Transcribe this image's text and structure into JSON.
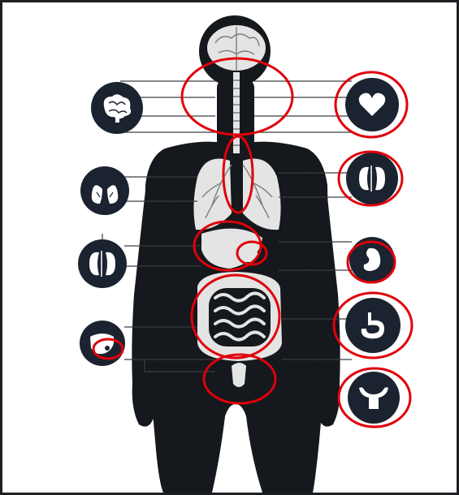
{
  "diagram": {
    "subject": "human-body-organ-infographic",
    "colors": {
      "silhouette": "#15181c",
      "organ": "#e4e4e4",
      "organ_detail": "#7a7d80",
      "badge": "#1b2330",
      "badge_icon": "#ffffff",
      "highlight": "#e0000b",
      "frame": "#1d1f22",
      "background": "#ffffff"
    },
    "organs_in_body": [
      "brain",
      "spinal-cord",
      "lungs",
      "liver",
      "gallbladder",
      "small-intestine",
      "large-intestine",
      "bladder"
    ],
    "left_badges": [
      {
        "icon": "brain-icon",
        "highlighted": false
      },
      {
        "icon": "lungs-icon",
        "highlighted": false
      },
      {
        "icon": "kidneys-icon",
        "highlighted": false
      },
      {
        "icon": "liver-icon",
        "highlighted": true
      }
    ],
    "right_badges": [
      {
        "icon": "heart-icon",
        "highlighted": true
      },
      {
        "icon": "kidneys-icon",
        "highlighted": true
      },
      {
        "icon": "kidney-bean-icon",
        "highlighted": true
      },
      {
        "icon": "stomach-icon",
        "highlighted": true
      },
      {
        "icon": "uterus-icon",
        "highlighted": true
      }
    ],
    "highlighted_regions": [
      "head-neck",
      "trachea",
      "liver",
      "gallbladder",
      "intestines",
      "bladder"
    ]
  }
}
